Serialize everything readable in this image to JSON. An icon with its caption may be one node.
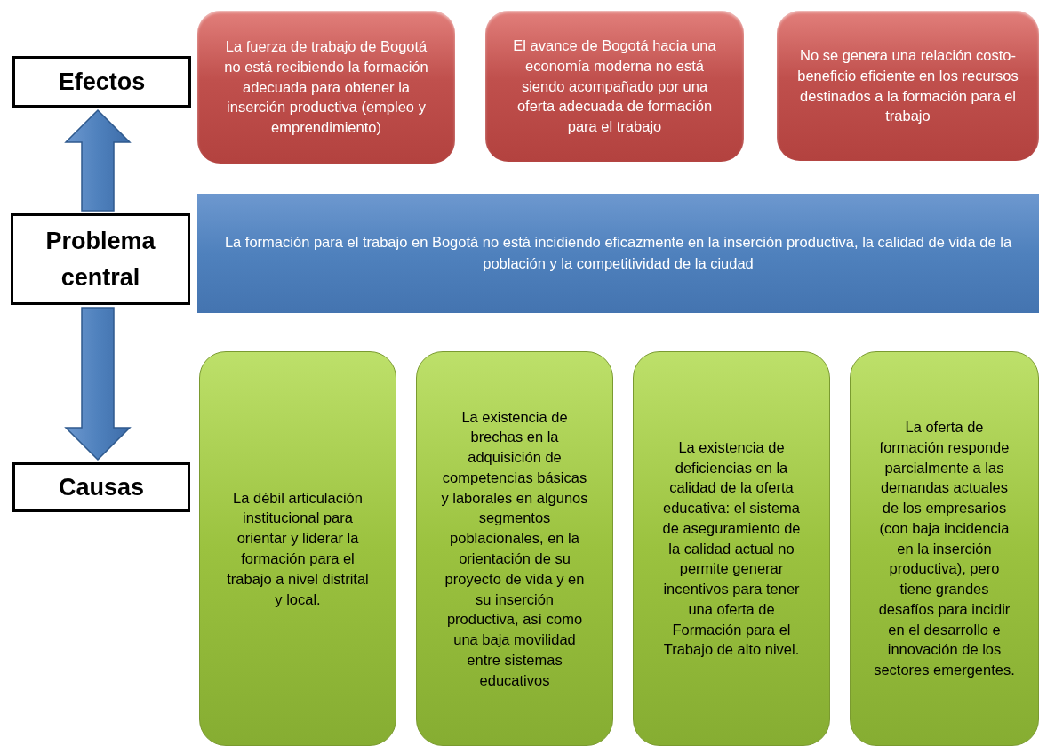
{
  "diagram": {
    "nodes": [
      {
        "text": [
          "Efectos"
        ]
      },
      {
        "text": [
          "Problema central"
        ]
      },
      {
        "text": [
          "Causas"
        ]
      },
      {
        "text": [
          "La fuerza de trabajo de Bogotá no está recibiendo la formación adecuada para obtener la inserción productiva (empleo y emprendimiento)"
        ]
      },
      {
        "text": [
          "El avance de Bogotá hacia una economía moderna no está siendo acompañado por una oferta adecuada de formación para el trabajo"
        ]
      },
      {
        "text": [
          "No se genera una relación costo-beneficio eficiente en los recursos destinados a la formación para el trabajo"
        ]
      },
      {
        "text": [
          "La formación para el trabajo en Bogotá no está incidiendo eficazmente en la inserción productiva, la calidad de vida de la población y la competitividad de la ciudad"
        ]
      },
      {
        "text": [
          "La débil articulación institucional para orientar y liderar la formación para el trabajo a nivel distrital y local."
        ]
      },
      {
        "text": [
          "La existencia de brechas en la adquisición de competencias básicas y laborales en algunos segmentos poblacionales, en la orientación de su proyecto de vida y en su inserción productiva, así como una baja movilidad entre sistemas educativos"
        ]
      },
      {
        "text": [
          "La existencia de deficiencias en la calidad de la oferta educativa: el sistema de aseguramiento de la calidad actual no permite generar incentivos para tener una oferta de Formación para el Trabajo de alto nivel."
        ]
      },
      {
        "text": [
          "La oferta de formación responde parcialmente a las demandas actuales de los empresarios (con baja incidencia en la inserción productiva), pero tiene grandes desafíos para incidir en el desarrollo e innovación de los sectores emergentes."
        ]
      }
    ],
    "edges": [
      {
        "from": 1,
        "to": 0,
        "arrow": "to",
        "style": "thick"
      },
      {
        "from": 1,
        "to": 2,
        "arrow": "to",
        "style": "thick"
      }
    ]
  }
}
